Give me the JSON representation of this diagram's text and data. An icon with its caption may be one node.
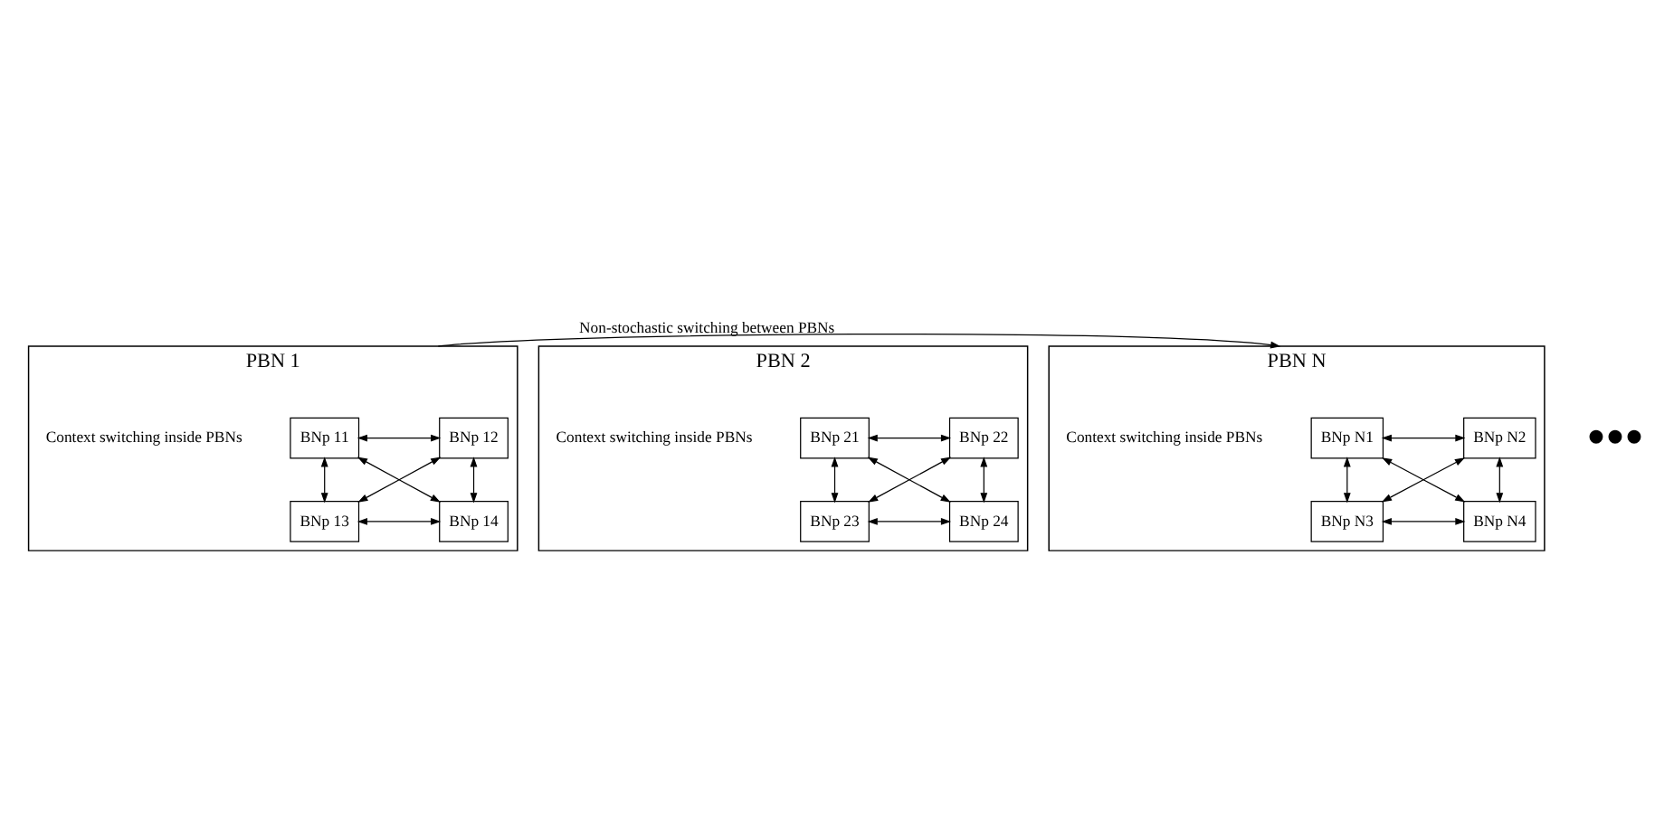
{
  "diagram": {
    "nodes": [
      {
        "text": [
          "PBN 1"
        ]
      },
      {
        "text": [
          "BNp 11"
        ],
        "in": 0
      },
      {
        "text": [
          "BNp 12"
        ],
        "in": 0
      },
      {
        "text": [
          "BNp 13"
        ],
        "in": 0
      },
      {
        "text": [
          "BNp 14"
        ],
        "in": 0
      },
      {
        "text": [
          "PBN 2"
        ]
      },
      {
        "text": [
          "BNp 21"
        ],
        "in": 5
      },
      {
        "text": [
          "BNp 22"
        ],
        "in": 5
      },
      {
        "text": [
          "BNp 23"
        ],
        "in": 5
      },
      {
        "text": [
          "BNp 24"
        ],
        "in": 5
      },
      {
        "text": [
          "PBN N"
        ]
      },
      {
        "text": [
          "BNp N1"
        ],
        "in": 10
      },
      {
        "text": [
          "BNp N2"
        ],
        "in": 10
      },
      {
        "text": [
          "BNp N3"
        ],
        "in": 10
      },
      {
        "text": [
          "BNp N4"
        ],
        "in": 10
      }
    ],
    "edges": [
      {
        "from": 1,
        "to": 2,
        "arrow": "both"
      },
      {
        "from": 1,
        "to": 3,
        "arrow": "both"
      },
      {
        "from": 2,
        "to": 4,
        "arrow": "both"
      },
      {
        "from": 3,
        "to": 4,
        "arrow": "both"
      },
      {
        "from": 1,
        "to": 4,
        "arrow": "both"
      },
      {
        "from": 2,
        "to": 3,
        "arrow": "both"
      },
      {
        "from": 6,
        "to": 7,
        "arrow": "both"
      },
      {
        "from": 6,
        "to": 8,
        "arrow": "both"
      },
      {
        "from": 7,
        "to": 9,
        "arrow": "both"
      },
      {
        "from": 8,
        "to": 9,
        "arrow": "both"
      },
      {
        "from": 6,
        "to": 9,
        "arrow": "both"
      },
      {
        "from": 7,
        "to": 8,
        "arrow": "both"
      },
      {
        "from": 11,
        "to": 12,
        "arrow": "both"
      },
      {
        "from": 11,
        "to": 13,
        "arrow": "both"
      },
      {
        "from": 12,
        "to": 14,
        "arrow": "both"
      },
      {
        "from": 13,
        "to": 14,
        "arrow": "both"
      },
      {
        "from": 11,
        "to": 14,
        "arrow": "both"
      },
      {
        "from": 12,
        "to": 13,
        "arrow": "both"
      },
      {
        "from": 0,
        "to": 10,
        "arrow": "to",
        "label": "Non-stochastic switching between PBNs"
      }
    ],
    "labels": [
      "Context switching inside PBNs",
      "Context switching inside PBNs",
      "●●●",
      "Context switching inside PBNs"
    ]
  }
}
